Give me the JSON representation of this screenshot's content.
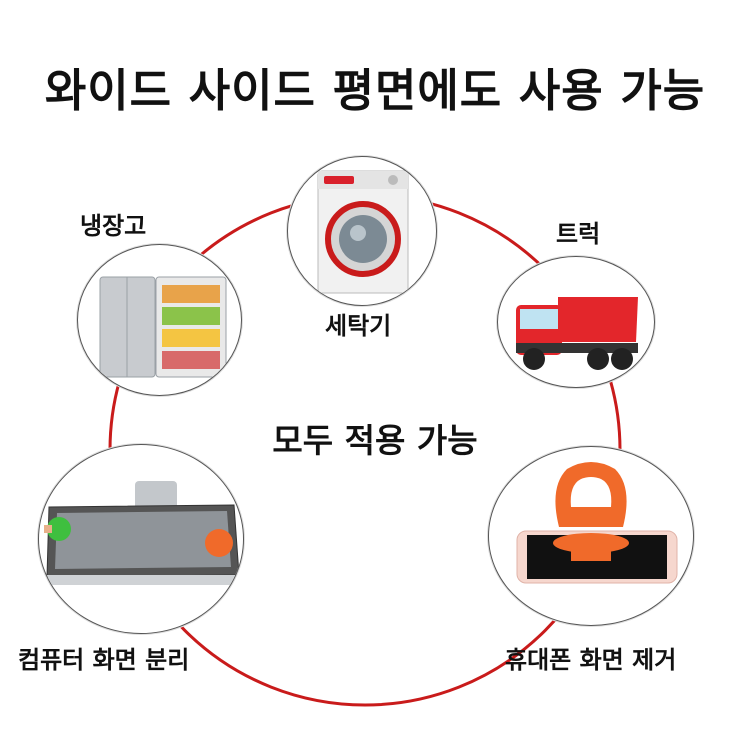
{
  "title": "와이드 사이드 평면에도 사용 가능",
  "center_text": "모두 적용 가능",
  "items": {
    "washing_machine": "세탁기",
    "refrigerator": "냉장고",
    "truck": "트럭",
    "computer": "컴퓨터 화면 분리",
    "phone": "휴대폰 화면 제거"
  },
  "colors": {
    "ring": "#c91b1b",
    "suction_orange": "#f06a2a",
    "suction_green": "#3fbf3f",
    "truck_red": "#e3262b"
  }
}
